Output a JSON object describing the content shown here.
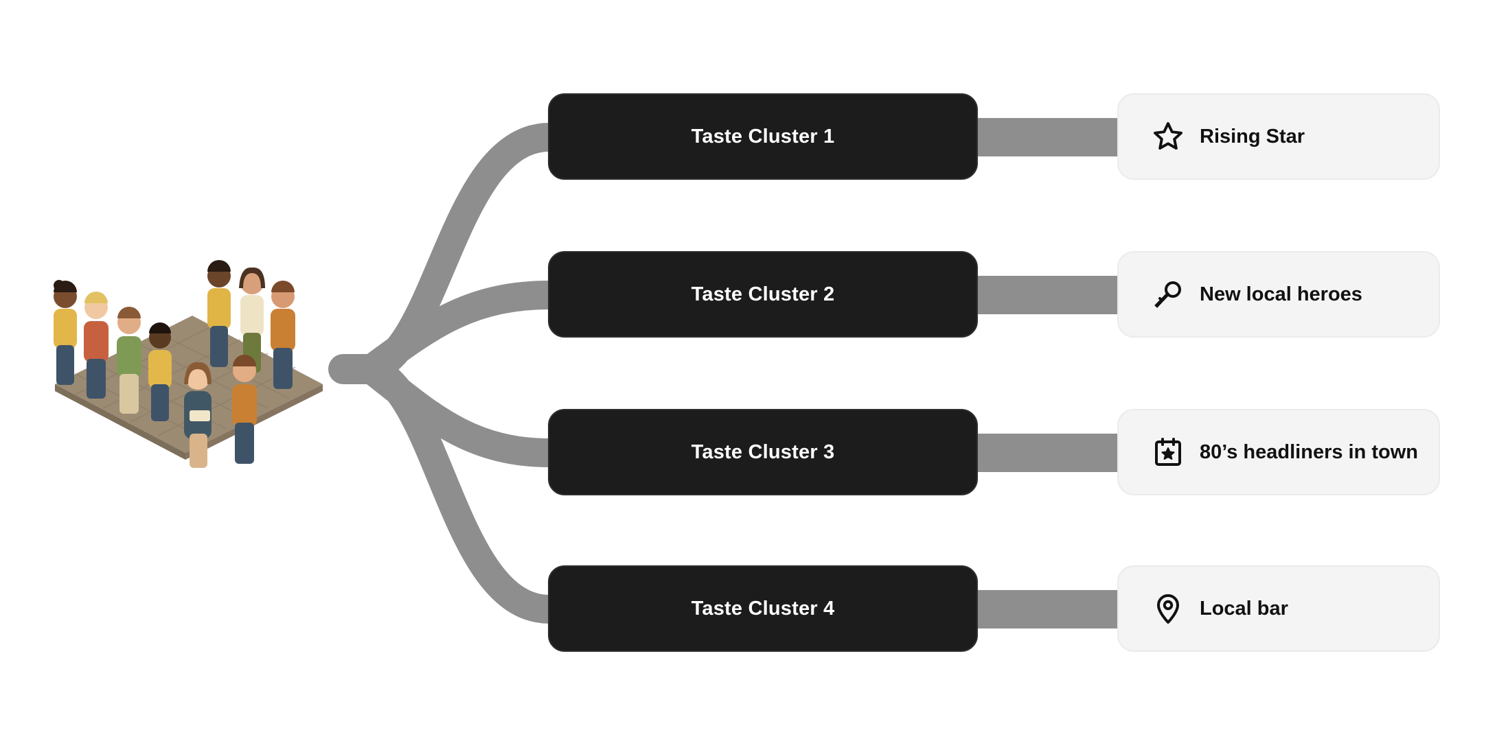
{
  "diagram": {
    "clusters": [
      {
        "label": "Taste Cluster 1"
      },
      {
        "label": "Taste Cluster 2"
      },
      {
        "label": "Taste Cluster 3"
      },
      {
        "label": "Taste Cluster 4"
      }
    ],
    "outcomes": [
      {
        "label": "Rising Star",
        "icon": "star-icon"
      },
      {
        "label": "New local heroes",
        "icon": "microphone-icon"
      },
      {
        "label": "80’s headliners in town",
        "icon": "calendar-star-icon"
      },
      {
        "label": "Local bar",
        "icon": "map-pin-icon"
      }
    ],
    "colors": {
      "cluster_bg": "#1c1c1c",
      "cluster_text": "#ffffff",
      "outcome_bg": "#f4f4f4",
      "connector": "#8e8e8e"
    },
    "source_image": "crowd-of-people-illustration"
  }
}
